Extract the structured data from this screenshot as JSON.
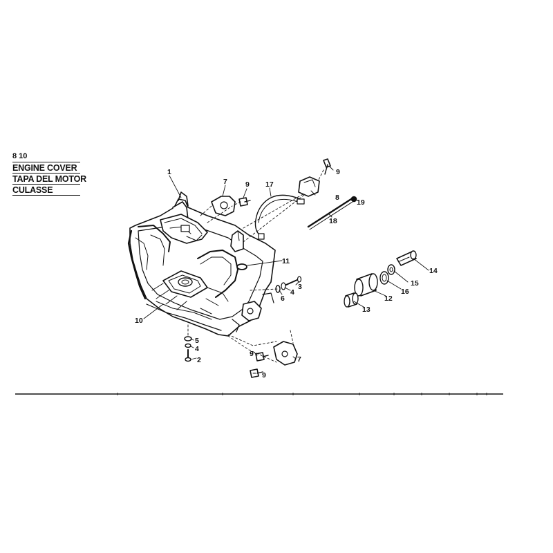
{
  "title": {
    "section_fragment": "8 10",
    "lines": [
      "ENGINE COVER",
      "TAPA DEL MOTOR",
      "CULASSE"
    ]
  },
  "callouts": [
    {
      "id": "1",
      "label": "1"
    },
    {
      "id": "7a",
      "label": "7"
    },
    {
      "id": "9a",
      "label": "9"
    },
    {
      "id": "17",
      "label": "17"
    },
    {
      "id": "9b",
      "label": "9"
    },
    {
      "id": "8",
      "label": "8"
    },
    {
      "id": "19",
      "label": "19"
    },
    {
      "id": "18",
      "label": "18"
    },
    {
      "id": "11",
      "label": "11"
    },
    {
      "id": "14",
      "label": "14"
    },
    {
      "id": "15",
      "label": "15"
    },
    {
      "id": "3",
      "label": "3"
    },
    {
      "id": "4a",
      "label": "4"
    },
    {
      "id": "6",
      "label": "6"
    },
    {
      "id": "16",
      "label": "16"
    },
    {
      "id": "12",
      "label": "12"
    },
    {
      "id": "13",
      "label": "13"
    },
    {
      "id": "10",
      "label": "10"
    },
    {
      "id": "5",
      "label": "5"
    },
    {
      "id": "4b",
      "label": "4"
    },
    {
      "id": "2",
      "label": "2"
    },
    {
      "id": "9c",
      "label": "9"
    },
    {
      "id": "7b",
      "label": "7"
    },
    {
      "id": "9d",
      "label": "9"
    }
  ]
}
